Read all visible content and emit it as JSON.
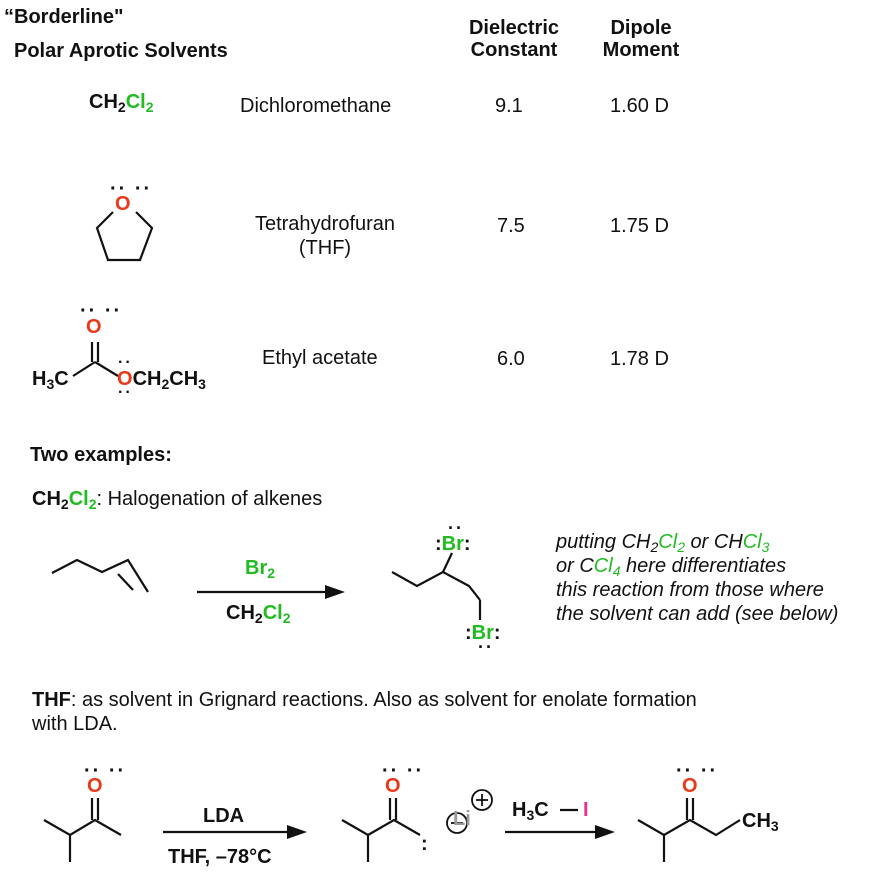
{
  "header": {
    "title_line1": "“Borderline\"",
    "title_line2": "Polar Aprotic Solvents",
    "col_dielectric_1": "Dielectric",
    "col_dielectric_2": "Constant",
    "col_dipole_1": "Dipole",
    "col_dipole_2": "Moment"
  },
  "solvents": [
    {
      "name": "Dichloromethane",
      "dielectric": "9.1",
      "dipole": "1.60",
      "unit": "D"
    },
    {
      "name_line1": "Tetrahydrofuran",
      "name_line2": "(THF)",
      "dielectric": "7.5",
      "dipole": "1.75",
      "unit": "D"
    },
    {
      "name": "Ethyl acetate",
      "dielectric": "6.0",
      "dipole": "1.78",
      "unit": "D"
    }
  ],
  "formulas": {
    "ch": "CH",
    "cl": "Cl",
    "sub2": "2",
    "sub3": "3",
    "sub4": "4",
    "o": "O",
    "h3c": "H",
    "c": "C",
    "och2ch3_o": "O",
    "och2ch3_rest": "CH",
    "br": "Br",
    "li": "Li",
    "i": "I",
    "h": "H"
  },
  "examples": {
    "heading": "Two examples:",
    "ex1_suffix": ": Halogenation of alkenes",
    "ex1_reagent_top": "Br",
    "ex1_reagent_bottom": "CH",
    "note_line1_a": "putting CH",
    "note_line1_b": " or CH",
    "note_line2_a": "or C",
    "note_line2_b": " here differentiates",
    "note_line3": "this reaction from those where",
    "note_line4": "the solvent can add (see below)",
    "ex2_label": "THF",
    "ex2_line1": ": as solvent in Grignard reactions. Also as solvent for enolate formation",
    "ex2_line2": "with LDA.",
    "ex2_reagent1_top": "LDA",
    "ex2_reagent1_bottom": "THF, –78°C",
    "ex2_reagent2_c": "C",
    "charge_plus": "+",
    "charge_minus": "−"
  },
  "colors": {
    "halogen": "#22bb22",
    "oxygen": "#e8391a",
    "iodine": "#e5338c",
    "lithium": "#9a9a9a"
  }
}
